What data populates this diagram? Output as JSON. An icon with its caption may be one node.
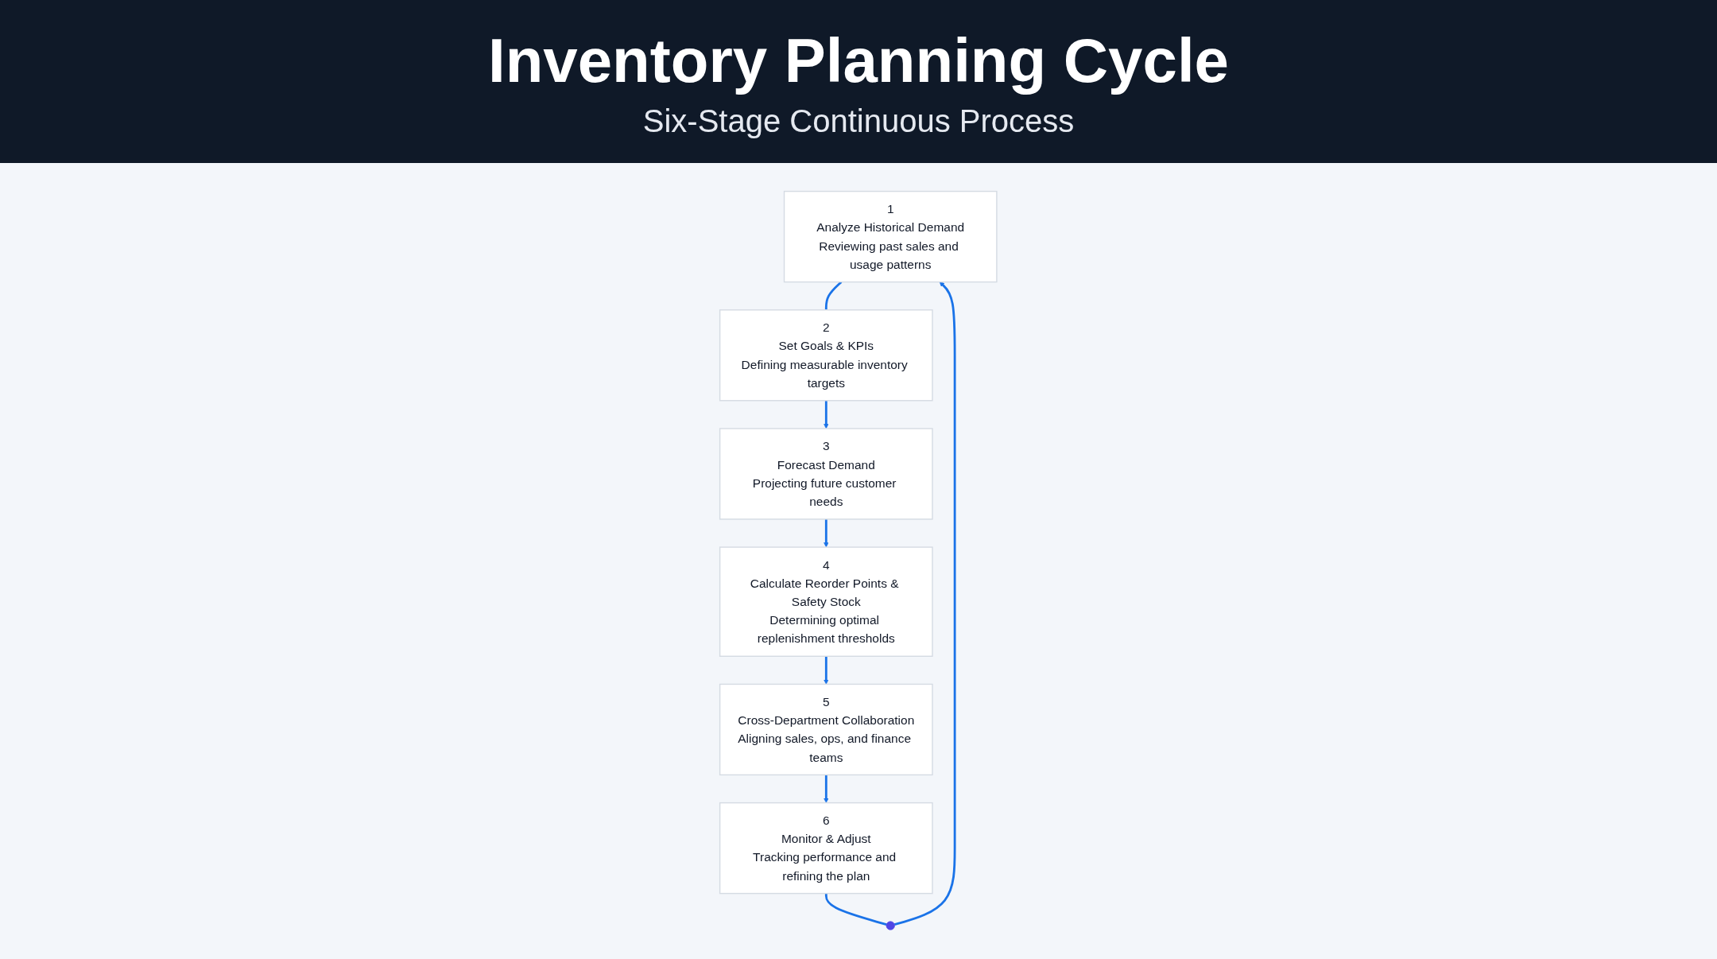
{
  "diagram": {
    "title": "Inventory Planning Cycle",
    "caption": "Six-Stage Continuous Process",
    "nodes": [
      {
        "text": [
          "1",
          "Analyze Historical Demand",
          "Reviewing past sales and usage patterns"
        ]
      },
      {
        "text": [
          "2",
          "Set Goals & KPIs",
          "Defining measurable inventory targets"
        ]
      },
      {
        "text": [
          "3",
          "Forecast Demand",
          "Projecting future customer needs"
        ]
      },
      {
        "text": [
          "4",
          "Calculate Reorder Points & Safety Stock",
          "Determining optimal replenishment thresholds"
        ]
      },
      {
        "text": [
          "5",
          "Cross-Department Collaboration",
          "Aligning sales, ops, and finance teams"
        ]
      },
      {
        "text": [
          "6",
          "Monitor & Adjust",
          "Tracking performance and refining the plan"
        ]
      },
      {
        "text": [],
        "shape": "circle"
      }
    ],
    "edges": [
      {
        "from": 0,
        "to": 1,
        "arrow": "none"
      },
      {
        "from": 1,
        "to": 2,
        "arrow": "to"
      },
      {
        "from": 2,
        "to": 3,
        "arrow": "to"
      },
      {
        "from": 3,
        "to": 4,
        "arrow": "to"
      },
      {
        "from": 4,
        "to": 5,
        "arrow": "to"
      },
      {
        "from": 5,
        "to": 6,
        "arrow": "none"
      },
      {
        "from": 6,
        "to": 0,
        "arrow": "to"
      }
    ]
  }
}
